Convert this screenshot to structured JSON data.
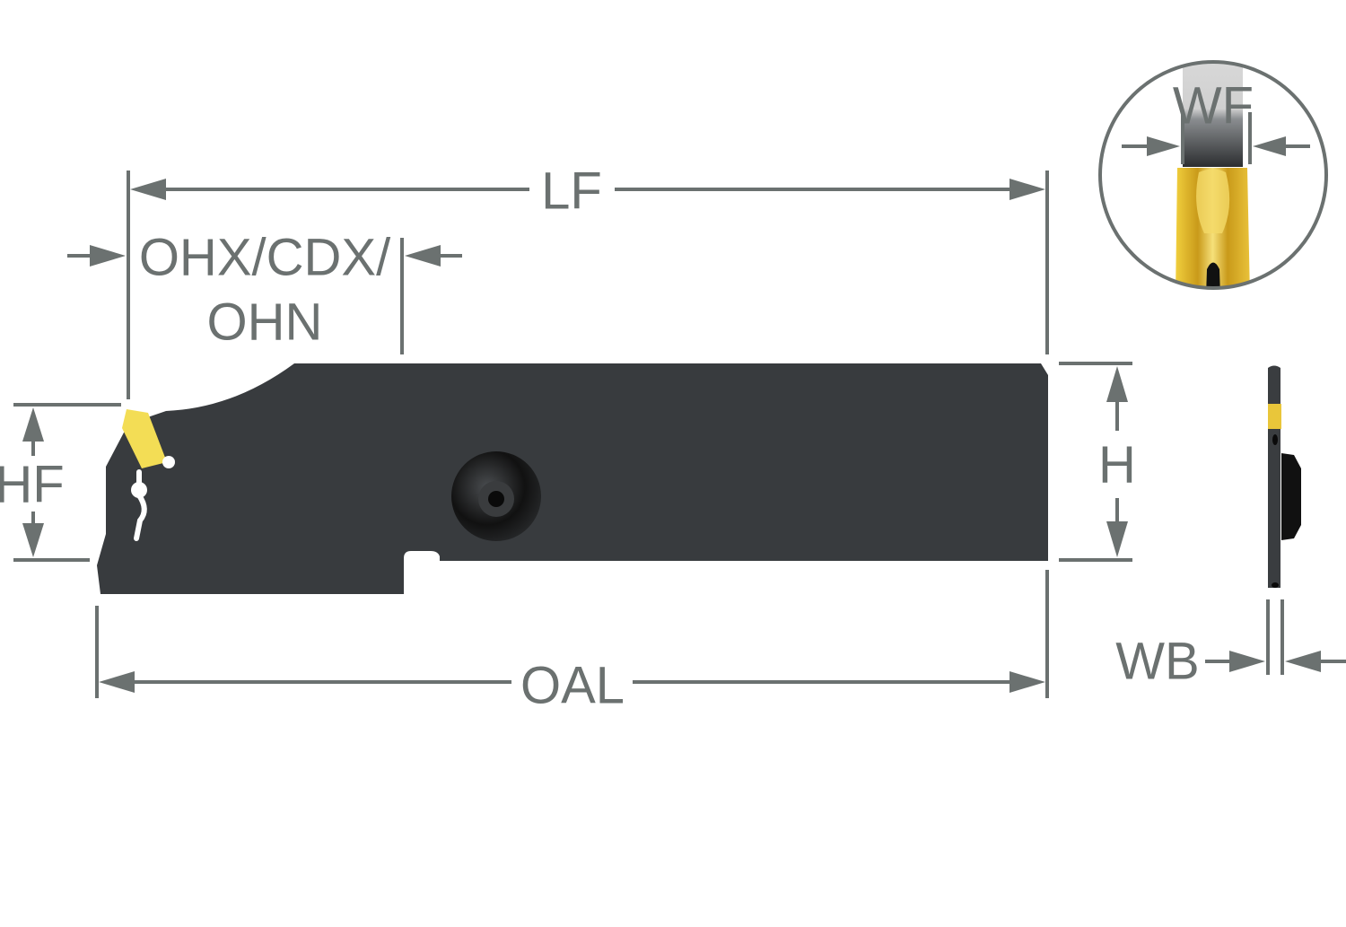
{
  "labels": {
    "lf": "LF",
    "ohx_line1": "OHX/CDX/",
    "ohx_line2": "OHN",
    "hf": "HF",
    "h": "H",
    "oal": "OAL",
    "wb": "WB",
    "wf": "WF"
  },
  "colors": {
    "dimension": "#6b7170",
    "body": "#383b3e",
    "insert": "#f3dd55",
    "insert_detail": "#d9a91f"
  }
}
